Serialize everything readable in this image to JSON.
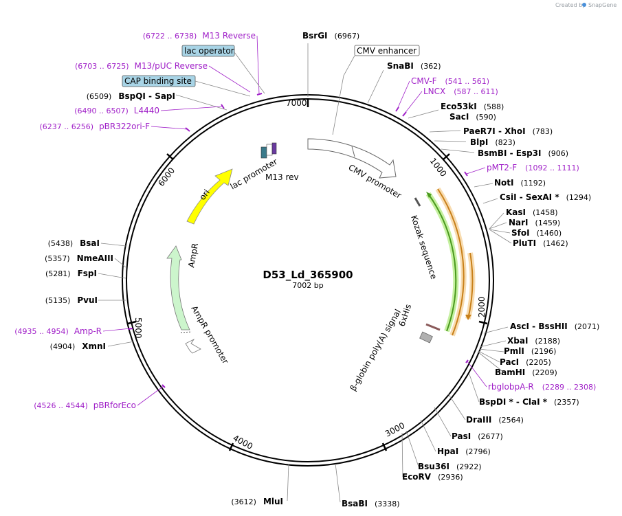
{
  "credit": {
    "text": "Created by",
    "brand": "SnapGene"
  },
  "plasmid": {
    "name": "D53_Ld_365900",
    "size_label": "7002 bp"
  },
  "ticks": [
    "1000",
    "2000",
    "3000",
    "4000",
    "5000",
    "6000",
    "7000"
  ],
  "sites": [
    {
      "id": "bsrgi",
      "names": [
        "BsrGI"
      ],
      "pos": "(6967)"
    },
    {
      "id": "snabi",
      "names": [
        "SnaBI"
      ],
      "pos": "(362)"
    },
    {
      "id": "eco53ki",
      "names": [
        "Eco53kI"
      ],
      "pos": "(588)"
    },
    {
      "id": "saci",
      "names": [
        "SacI"
      ],
      "pos": "(590)"
    },
    {
      "id": "paer7i",
      "names": [
        "PaeR7I",
        "XhoI"
      ],
      "pos": "(783)"
    },
    {
      "id": "blpi",
      "names": [
        "BlpI"
      ],
      "pos": "(823)"
    },
    {
      "id": "bsmbi",
      "names": [
        "BsmBI",
        "Esp3I"
      ],
      "pos": "(906)"
    },
    {
      "id": "noti",
      "names": [
        "NotI"
      ],
      "pos": "(1192)"
    },
    {
      "id": "csii",
      "names": [
        "CsiI",
        "SexAI *"
      ],
      "pos": "(1294)"
    },
    {
      "id": "kasi",
      "names": [
        "KasI"
      ],
      "pos": "(1458)"
    },
    {
      "id": "nari",
      "names": [
        "NarI"
      ],
      "pos": "(1459)"
    },
    {
      "id": "sfoi",
      "names": [
        "SfoI"
      ],
      "pos": "(1460)"
    },
    {
      "id": "pluti",
      "names": [
        "PluTI"
      ],
      "pos": "(1462)"
    },
    {
      "id": "asci",
      "names": [
        "AscI",
        "BssHII"
      ],
      "pos": "(2071)"
    },
    {
      "id": "xbai",
      "names": [
        "XbaI"
      ],
      "pos": "(2188)"
    },
    {
      "id": "pmli",
      "names": [
        "PmlI"
      ],
      "pos": "(2196)"
    },
    {
      "id": "paci",
      "names": [
        "PacI"
      ],
      "pos": "(2205)"
    },
    {
      "id": "bamhi",
      "names": [
        "BamHI"
      ],
      "pos": "(2209)"
    },
    {
      "id": "bspdi",
      "names": [
        "BspDI *",
        "ClaI *"
      ],
      "pos": "(2357)"
    },
    {
      "id": "draiii",
      "names": [
        "DraIII"
      ],
      "pos": "(2564)"
    },
    {
      "id": "pasi",
      "names": [
        "PasI"
      ],
      "pos": "(2677)"
    },
    {
      "id": "hpai",
      "names": [
        "HpaI"
      ],
      "pos": "(2796)"
    },
    {
      "id": "bsu36i",
      "names": [
        "Bsu36I"
      ],
      "pos": "(2922)"
    },
    {
      "id": "ecorv",
      "names": [
        "EcoRV"
      ],
      "pos": "(2936)"
    },
    {
      "id": "bsabi",
      "names": [
        "BsaBI"
      ],
      "pos": "(3338)"
    },
    {
      "id": "mlui",
      "names": [
        "MluI"
      ],
      "pos": "(3612)"
    },
    {
      "id": "xmni",
      "names": [
        "XmnI"
      ],
      "pos": "(4904)"
    },
    {
      "id": "pvui",
      "names": [
        "PvuI"
      ],
      "pos": "(5135)"
    },
    {
      "id": "fspi",
      "names": [
        "FspI"
      ],
      "pos": "(5281)"
    },
    {
      "id": "nmeaiii",
      "names": [
        "NmeAIII"
      ],
      "pos": "(5357)"
    },
    {
      "id": "bsai",
      "names": [
        "BsaI"
      ],
      "pos": "(5438)"
    },
    {
      "id": "bspqi",
      "names": [
        "BspQI",
        "SapI"
      ],
      "pos": "(6509)"
    }
  ],
  "primers": [
    {
      "id": "m13rev",
      "name": "M13 Reverse",
      "range": "(6722 .. 6738)"
    },
    {
      "id": "m13puc",
      "name": "M13/pUC Reverse",
      "range": "(6703 .. 6725)"
    },
    {
      "id": "l4440",
      "name": "L4440",
      "range": "(6490 .. 6507)"
    },
    {
      "id": "pbr322",
      "name": "pBR322ori-F",
      "range": "(6237 .. 6256)"
    },
    {
      "id": "cmvf",
      "name": "CMV-F",
      "range": "(541 .. 561)"
    },
    {
      "id": "lncx",
      "name": "LNCX",
      "range": "(587 .. 611)"
    },
    {
      "id": "pmt2f",
      "name": "pMT2-F",
      "range": "(1092 .. 1111)"
    },
    {
      "id": "rbglob",
      "name": "rbglobpA-R",
      "range": "(2289 .. 2308)"
    },
    {
      "id": "ampr",
      "name": "Amp-R",
      "range": "(4935 .. 4954)"
    },
    {
      "id": "pbrfor",
      "name": "pBRforEco",
      "range": "(4526 .. 4544)"
    }
  ],
  "boxed_labels": {
    "lac_operator": "lac operator",
    "cap_site": "CAP binding site",
    "cmv_enhancer": "CMV enhancer"
  },
  "features": {
    "cmv_promoter": "CMV promoter",
    "kozak": "Kozak sequence",
    "his": "6xHis",
    "polya": "β-globin poly(A) signal",
    "ori": "ori",
    "ampr": "AmpR",
    "ampr_promoter": "AmpR promoter",
    "lac_promoter": "lac promoter",
    "m13rev": "M13 rev"
  },
  "colors": {
    "backbone": "#000000",
    "primer": "#a020c8",
    "ori": "#ffff00",
    "ampr": "#ccf5cc",
    "orf_orange": "#e8a33a",
    "orf_green": "#4a9a1e",
    "box_fill": "#a8d4e6"
  }
}
